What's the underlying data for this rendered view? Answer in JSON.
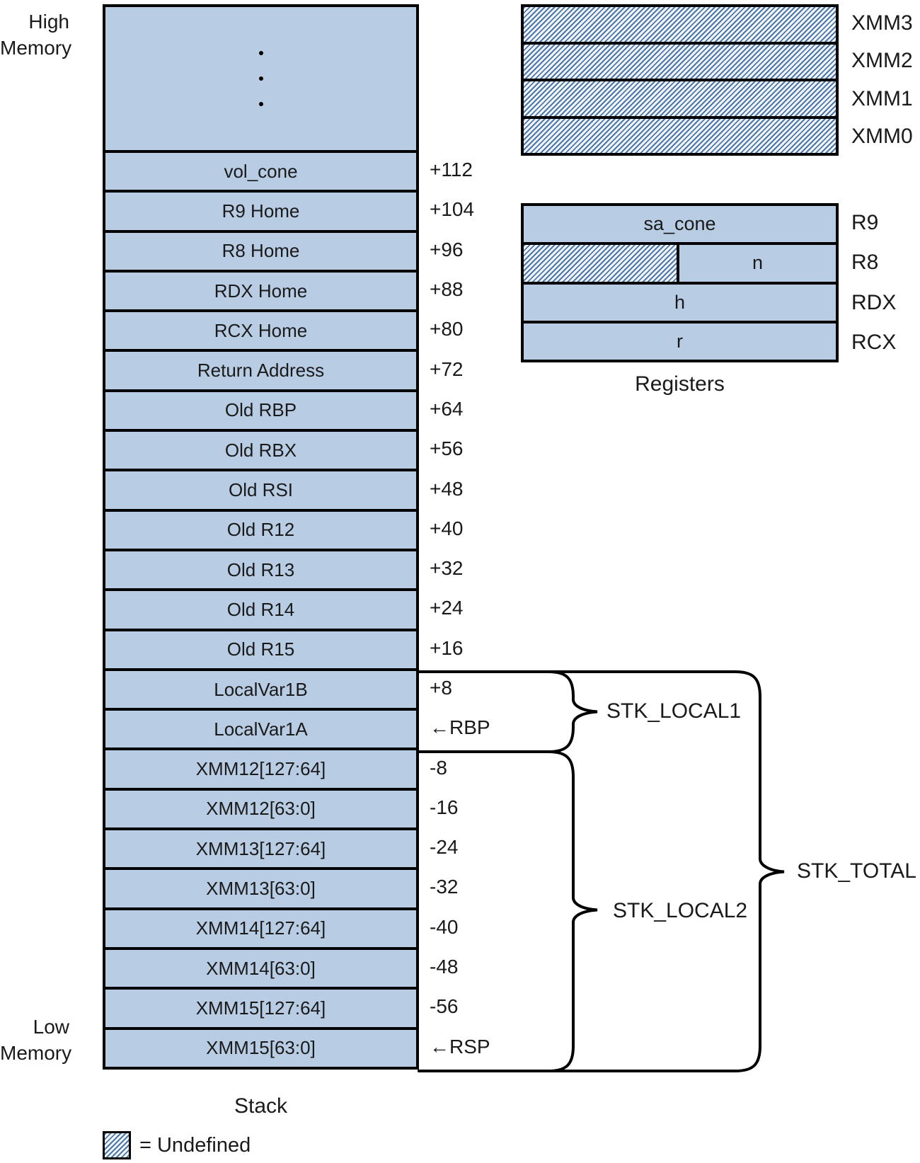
{
  "memory_labels": {
    "high_line1": "High",
    "high_line2": "Memory",
    "low_line1": "Low",
    "low_line2": "Memory"
  },
  "stack": {
    "caption": "Stack",
    "rows": [
      {
        "label": "vol_cone",
        "offset": "+112"
      },
      {
        "label": "R9 Home",
        "offset": "+104"
      },
      {
        "label": "R8 Home",
        "offset": "+96"
      },
      {
        "label": "RDX Home",
        "offset": "+88"
      },
      {
        "label": "RCX Home",
        "offset": "+80"
      },
      {
        "label": "Return Address",
        "offset": "+72"
      },
      {
        "label": "Old RBP",
        "offset": "+64"
      },
      {
        "label": "Old RBX",
        "offset": "+56"
      },
      {
        "label": "Old RSI",
        "offset": "+48"
      },
      {
        "label": "Old R12",
        "offset": "+40"
      },
      {
        "label": "Old R13",
        "offset": "+32"
      },
      {
        "label": "Old R14",
        "offset": "+24"
      },
      {
        "label": "Old R15",
        "offset": "+16"
      },
      {
        "label": "LocalVar1B",
        "offset": "+8"
      },
      {
        "label": "LocalVar1A",
        "offset": "←RBP"
      },
      {
        "label": "XMM12[127:64]",
        "offset": "-8"
      },
      {
        "label": "XMM12[63:0]",
        "offset": "-16"
      },
      {
        "label": "XMM13[127:64]",
        "offset": "-24"
      },
      {
        "label": "XMM13[63:0]",
        "offset": "-32"
      },
      {
        "label": "XMM14[127:64]",
        "offset": "-40"
      },
      {
        "label": "XMM14[63:0]",
        "offset": "-48"
      },
      {
        "label": "XMM15[127:64]",
        "offset": "-56"
      },
      {
        "label": "XMM15[63:0]",
        "offset": "←RSP"
      }
    ]
  },
  "xmm": {
    "labels": [
      "XMM3",
      "XMM2",
      "XMM1",
      "XMM0"
    ]
  },
  "registers": {
    "caption": "Registers",
    "rows": [
      {
        "label": "R9",
        "value": "sa_cone"
      },
      {
        "label": "R8",
        "value": "n"
      },
      {
        "label": "RDX",
        "value": "h"
      },
      {
        "label": "RCX",
        "value": "r"
      }
    ]
  },
  "braces": {
    "stk_local1": "STK_LOCAL1",
    "stk_local2": "STK_LOCAL2",
    "stk_total": "STK_TOTAL"
  },
  "legend": {
    "label": "= Undefined"
  },
  "colors": {
    "cell_fill": "#b8cce4",
    "hatch_stripe": "#4d77a9",
    "hatch_bg": "#f3f6fb",
    "line": "#000000"
  }
}
